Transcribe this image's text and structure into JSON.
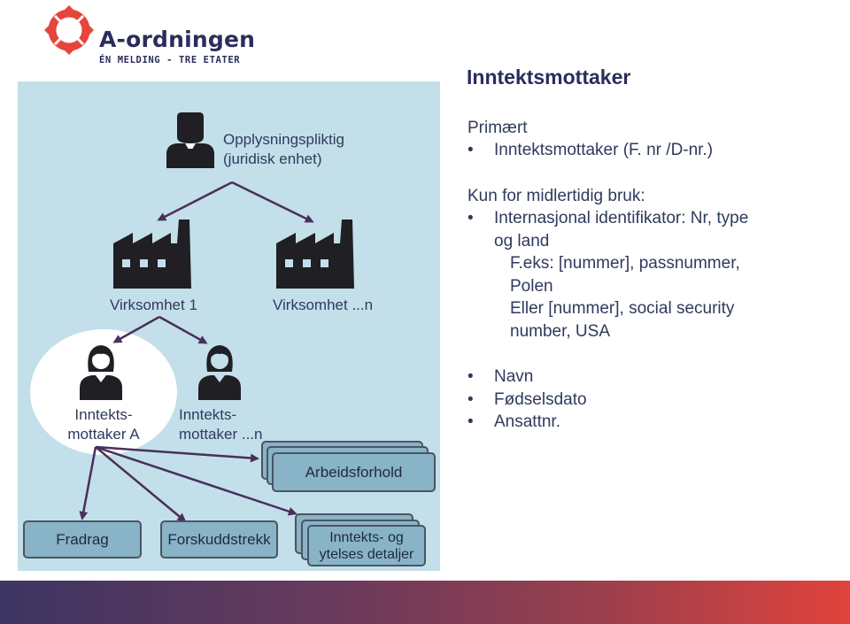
{
  "logo": {
    "title": "A-ordningen",
    "subtitle": "ÉN MELDING - TRE ETATER"
  },
  "diagram": {
    "employer": {
      "label_line1": "Opplysningspliktig",
      "label_line2": "(juridisk enhet)",
      "icon": "businessman-icon"
    },
    "business1": {
      "label": "Virksomhet 1",
      "icon": "factory-icon"
    },
    "business_n": {
      "label": "Virksomhet ...n",
      "icon": "factory-icon"
    },
    "recipient_a": {
      "label_line1": "Inntekts-",
      "label_line2": "mottaker A",
      "icon": "woman-icon"
    },
    "recipient_n": {
      "label_line1": "Inntekts-",
      "label_line2": "mottaker ...n",
      "icon": "woman-icon"
    },
    "employment": {
      "label": "Arbeidsforhold"
    },
    "deduction": {
      "label": "Fradrag"
    },
    "withholding": {
      "label": "Forskuddstrekk"
    },
    "income_details": {
      "label_line1": "Inntekts- og",
      "label_line2": "ytelses detaljer"
    }
  },
  "info": {
    "title": "Inntektsmottaker",
    "primary_heading": "Primært",
    "primary_item": "Inntektsmottaker (F. nr /D-nr.)",
    "temp_heading": "Kun for midlertidig bruk:",
    "temp_item_line1": "Internasjonal identifikator: Nr, type",
    "temp_item_line2": "og land",
    "example1_line1": "F.eks: [nummer], passnummer,",
    "example1_line2": "Polen",
    "example2_line1": "Eller [nummer], social security",
    "example2_line2": "number, USA",
    "fields": [
      "Navn",
      "Fødselsdato",
      "Ansattnr."
    ]
  },
  "colors": {
    "brand_red": "#e5453b",
    "navy": "#2a2d5c",
    "panel": "#c3dfea",
    "box": "#89b3c7",
    "arrow": "#4a2f5a"
  }
}
